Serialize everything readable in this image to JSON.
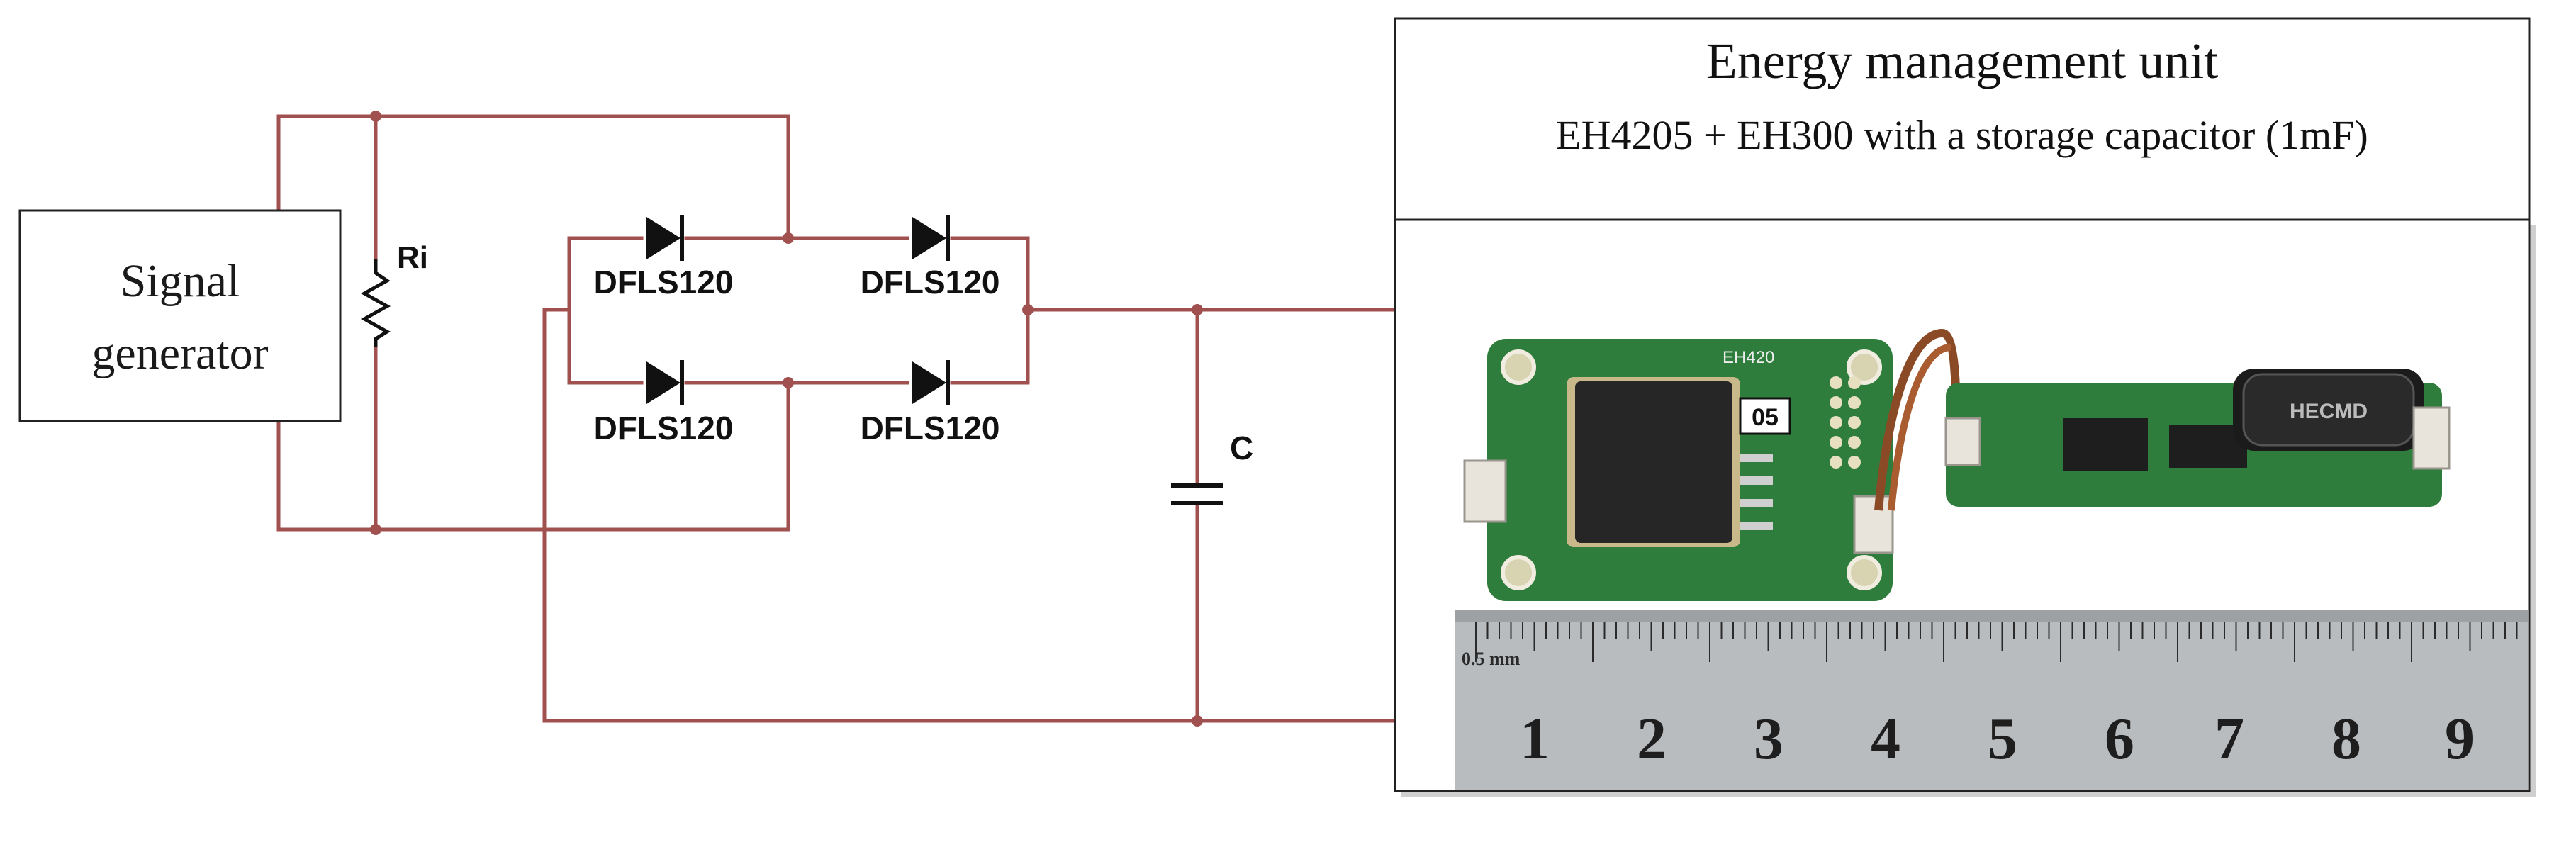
{
  "signal_generator": {
    "line1": "Signal",
    "line2": "generator"
  },
  "resistor": {
    "label": "Ri"
  },
  "diodes": [
    "DFLS120",
    "DFLS120",
    "DFLS120",
    "DFLS120"
  ],
  "capacitor": {
    "label": "C"
  },
  "emu": {
    "title": "Energy management unit",
    "subtitle": "EH4205 + EH300 with a storage capacitor (1mF)"
  },
  "photo": {
    "board_left_text": "EH420",
    "module_tag": "05",
    "cap_text": "HECMD",
    "ruler_unit": "0.5 mm",
    "ruler_numbers": [
      "1",
      "2",
      "3",
      "4",
      "5",
      "6",
      "7",
      "8",
      "9"
    ]
  },
  "colors": {
    "wire": "#a0504f",
    "pcb": "#2f7d3c",
    "ruler": "#b9bcbf"
  }
}
